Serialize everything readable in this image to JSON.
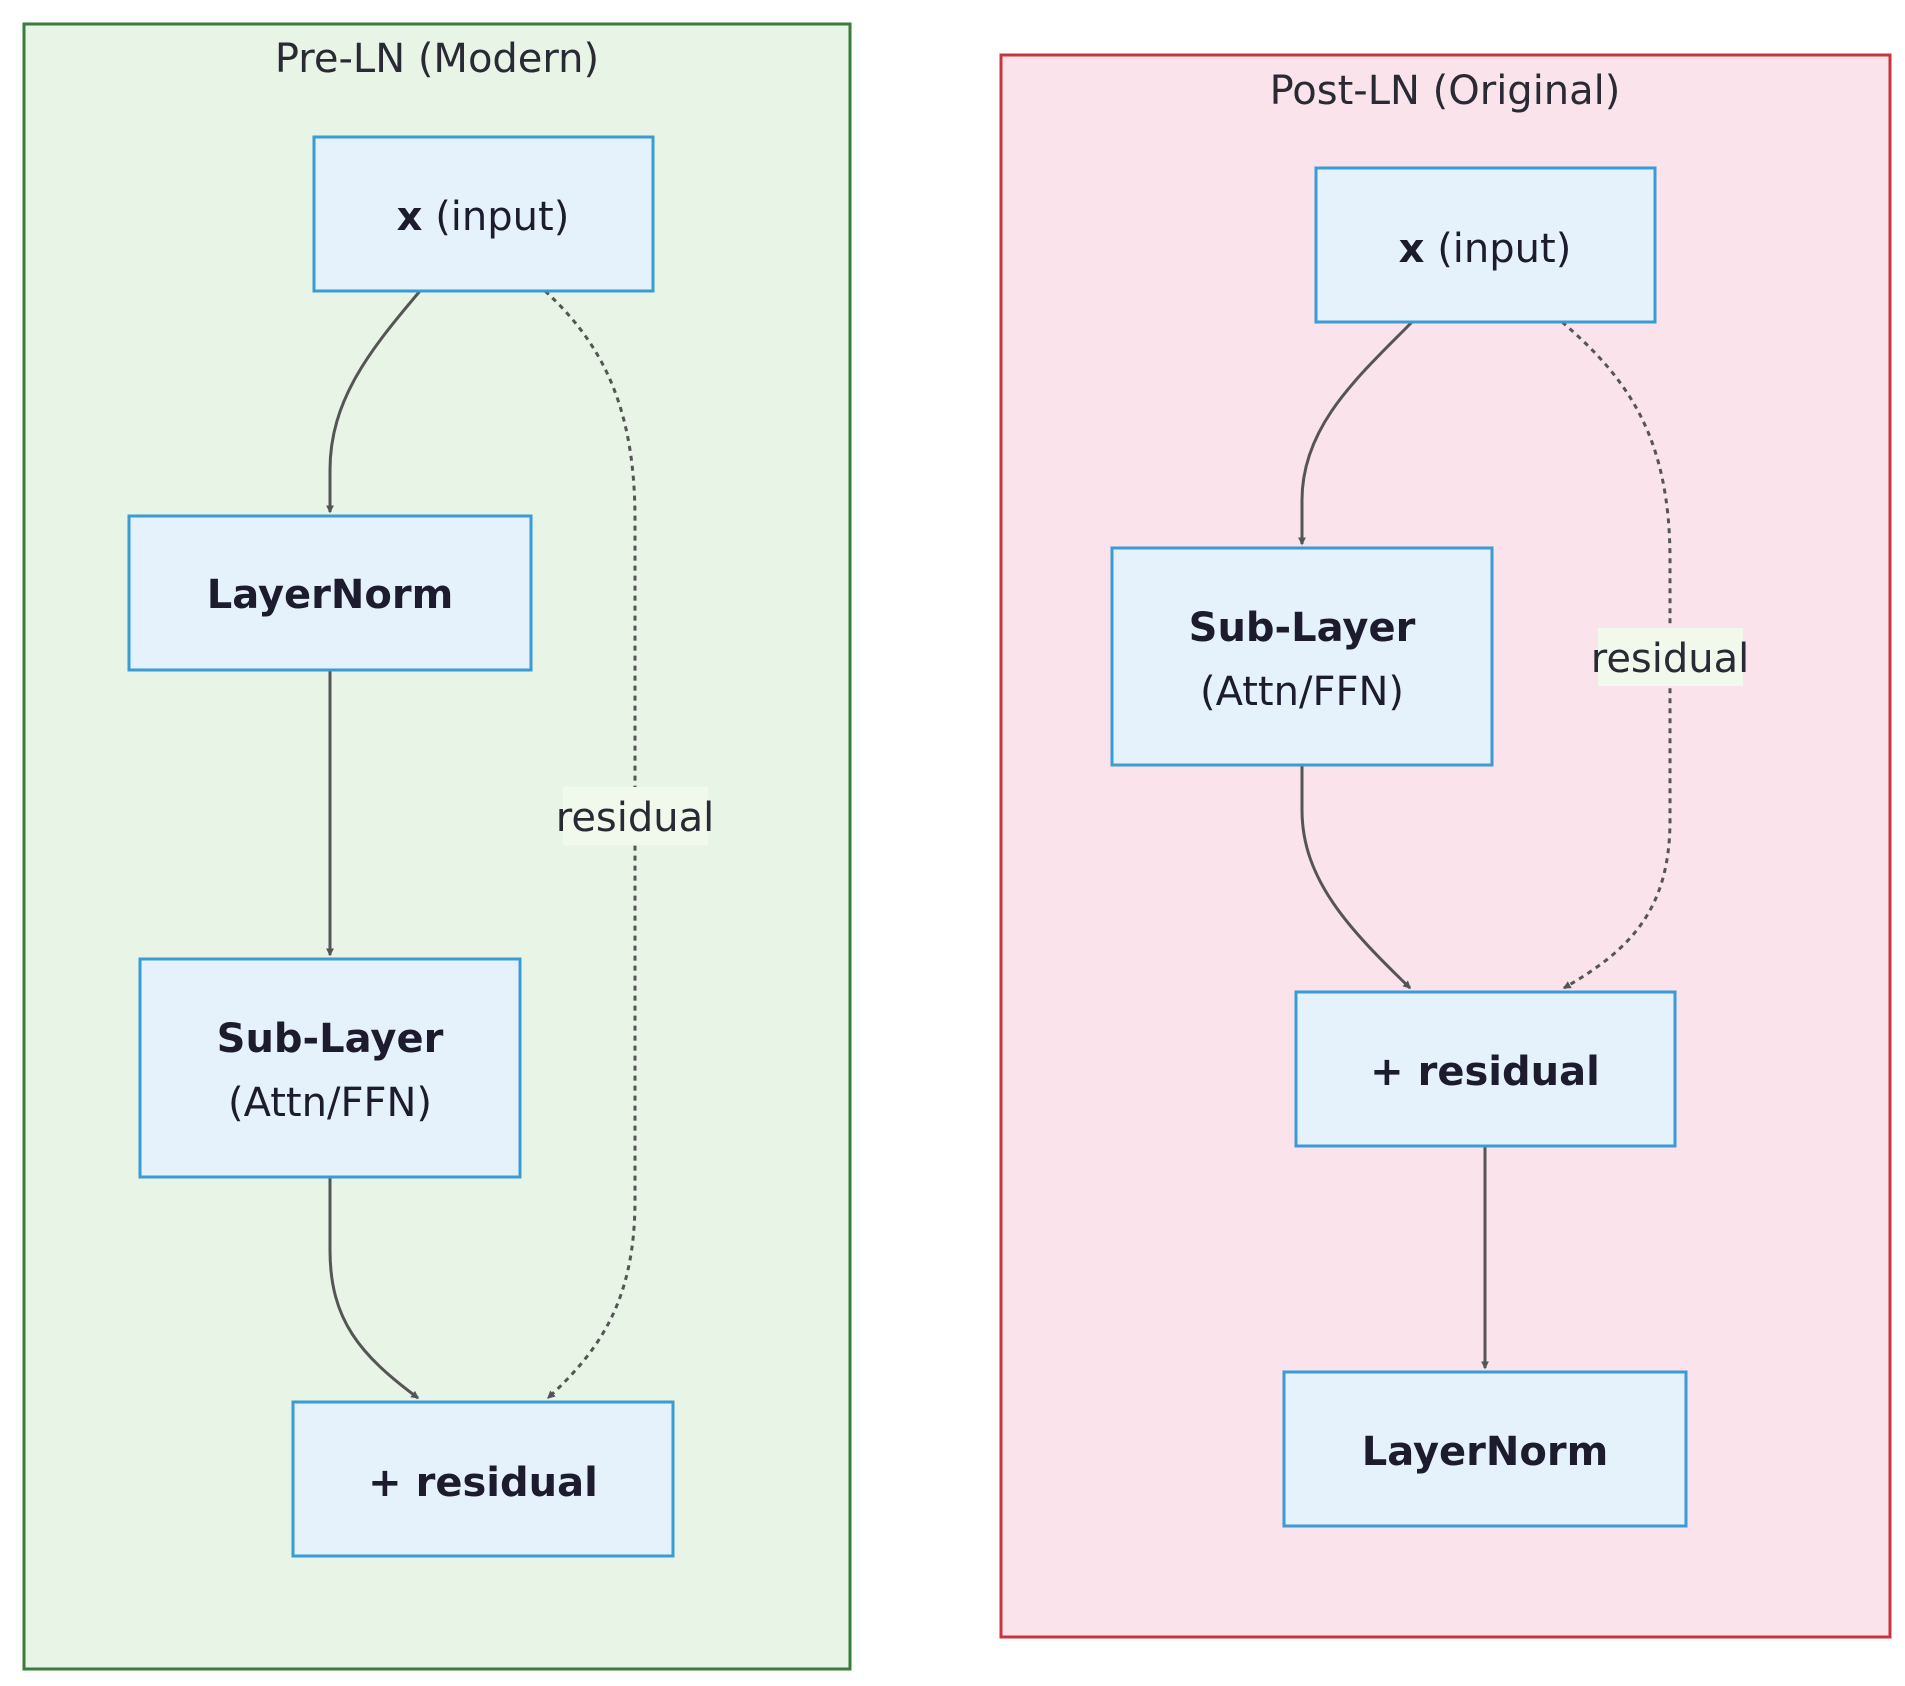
{
  "clusters": {
    "pre": {
      "title": "Pre-LN (Modern)",
      "fill": "#e8f4e6",
      "stroke": "#3a7d3a",
      "nodes": {
        "input": {
          "bold": "x",
          "text": " (input)"
        },
        "layernorm": {
          "bold": "LayerNorm"
        },
        "sublayer": {
          "bold": "Sub-Layer",
          "sub": "(Attn/FFN)"
        },
        "residual": {
          "bold": "+ residual"
        }
      },
      "edge_label": "residual"
    },
    "post": {
      "title": "Post-LN (Original)",
      "fill": "#fae3ea",
      "stroke": "#c9353f",
      "nodes": {
        "input": {
          "bold": "x",
          "text": " (input)"
        },
        "sublayer": {
          "bold": "Sub-Layer",
          "sub": "(Attn/FFN)"
        },
        "residual": {
          "bold": "+ residual"
        },
        "layernorm": {
          "bold": "LayerNorm"
        }
      },
      "edge_label": "residual"
    }
  },
  "colors": {
    "node_fill": "#e6f2fb",
    "node_stroke": "#3a9bd5",
    "edge": "#555555",
    "edge_label_bg": "#f1f8ec"
  }
}
